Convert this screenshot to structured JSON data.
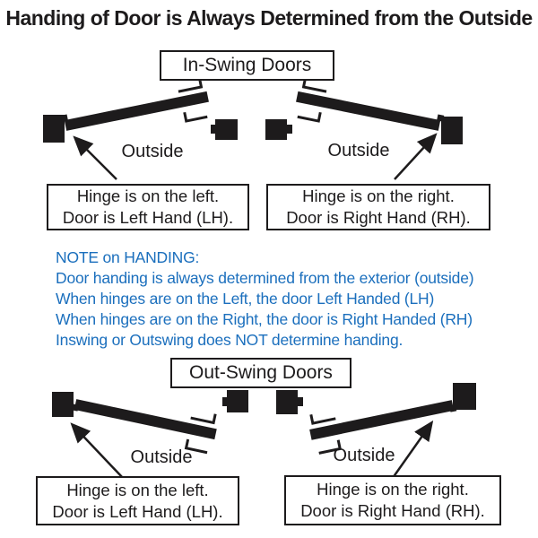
{
  "title": "Handing of Door is Always Determined from the Outside",
  "colors": {
    "ink": "#1d1b1c",
    "blue": "#1b6fbd",
    "background": "#ffffff"
  },
  "in_swing": {
    "header": "In-Swing Doors",
    "left": {
      "outside": "Outside",
      "caption_line1": "Hinge is on the left.",
      "caption_line2": "Door is Left Hand (LH)."
    },
    "right": {
      "outside": "Outside",
      "caption_line1": "Hinge is on the right.",
      "caption_line2": "Door is Right Hand (RH)."
    }
  },
  "note": {
    "lines": [
      "NOTE on HANDING:",
      "Door handing is always determined from the exterior (outside)",
      "When hinges are on the Left, the door Left Handed (LH)",
      "When hinges are on the Right, the door is Right Handed (RH)",
      "Inswing or Outswing does NOT determine handing."
    ]
  },
  "out_swing": {
    "header": "Out-Swing Doors",
    "left": {
      "outside": "Outside",
      "caption_line1": "Hinge is on the left.",
      "caption_line2": "Door is Left Hand (LH)."
    },
    "right": {
      "outside": "Outside",
      "caption_line1": "Hinge is on the right.",
      "caption_line2": "Door is Right Hand (RH)."
    }
  }
}
